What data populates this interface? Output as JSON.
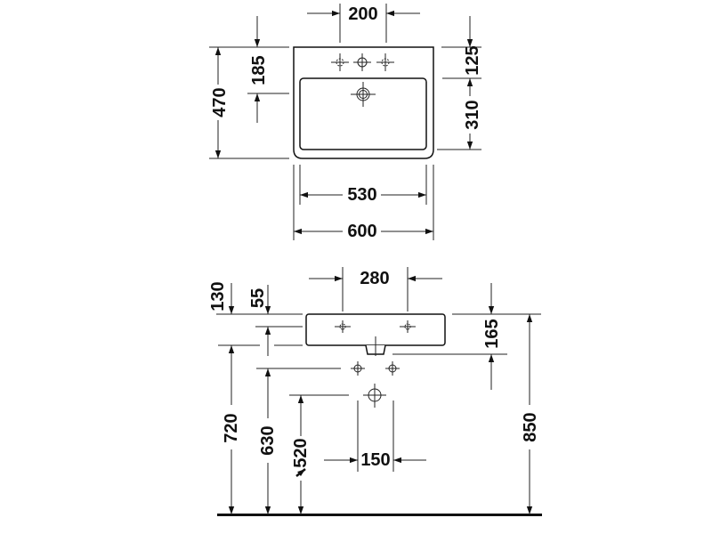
{
  "top_view": {
    "dims": {
      "tap_spacing": "200",
      "overflow_depth": "185",
      "total_depth": "470",
      "tap_row_offset": "125",
      "bowl_depth": "310",
      "bowl_width": "530",
      "total_width": "600"
    }
  },
  "front_view": {
    "dims": {
      "tap_spacing": "280",
      "basin_height": "130",
      "tap_offset": "55",
      "underside_height": "720",
      "supply_height": "630",
      "waste_height": "520",
      "supply_spacing": "150",
      "siphon_depth": "165",
      "rim_height": "850"
    }
  },
  "colors": {
    "line": "#222222",
    "background": "#ffffff"
  }
}
